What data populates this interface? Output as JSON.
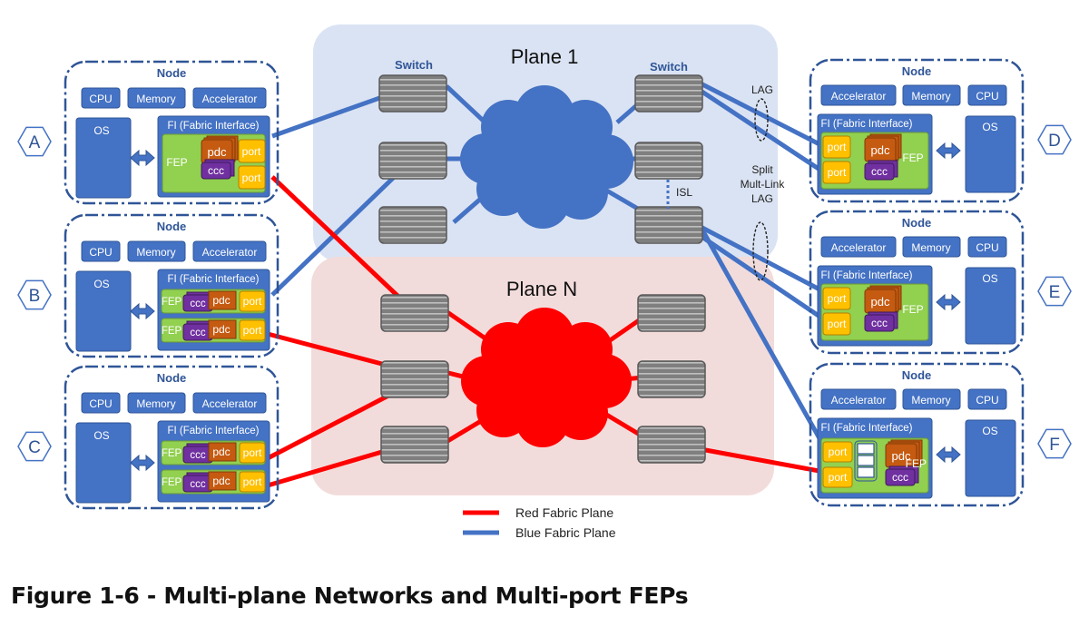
{
  "caption": "Figure 1-6 - Multi-plane Networks and Multi-port FEPs",
  "planes": {
    "top": "Plane 1",
    "bottom": "Plane N"
  },
  "switch_label": "Switch",
  "annotations": {
    "lag": "LAG",
    "isl": "ISL",
    "split_lines": [
      "Split",
      "Mult-Link",
      "LAG"
    ]
  },
  "node": {
    "title": "Node",
    "cpu": "CPU",
    "memory": "Memory",
    "accelerator": "Accelerator",
    "os": "OS",
    "fi": "FI (Fabric Interface)",
    "fep": "FEP",
    "pdc": "pdc",
    "ccc": "ccc",
    "port": "port"
  },
  "node_ids": [
    "A",
    "B",
    "C",
    "D",
    "E",
    "F"
  ],
  "legend": {
    "red": "Red Fabric Plane",
    "blue": "Blue Fabric Plane"
  },
  "colors": {
    "blue_link": "#4472C4",
    "red_link": "#FF0000",
    "node_blue": "#4472C4",
    "fep_green": "#92D050",
    "port_yellow": "#FFC000",
    "pdc_orange": "#C55A11",
    "ccc_purple": "#7030A0",
    "plane1_bg": "#DAE3F3",
    "planeN_bg": "#F2DCDB"
  }
}
